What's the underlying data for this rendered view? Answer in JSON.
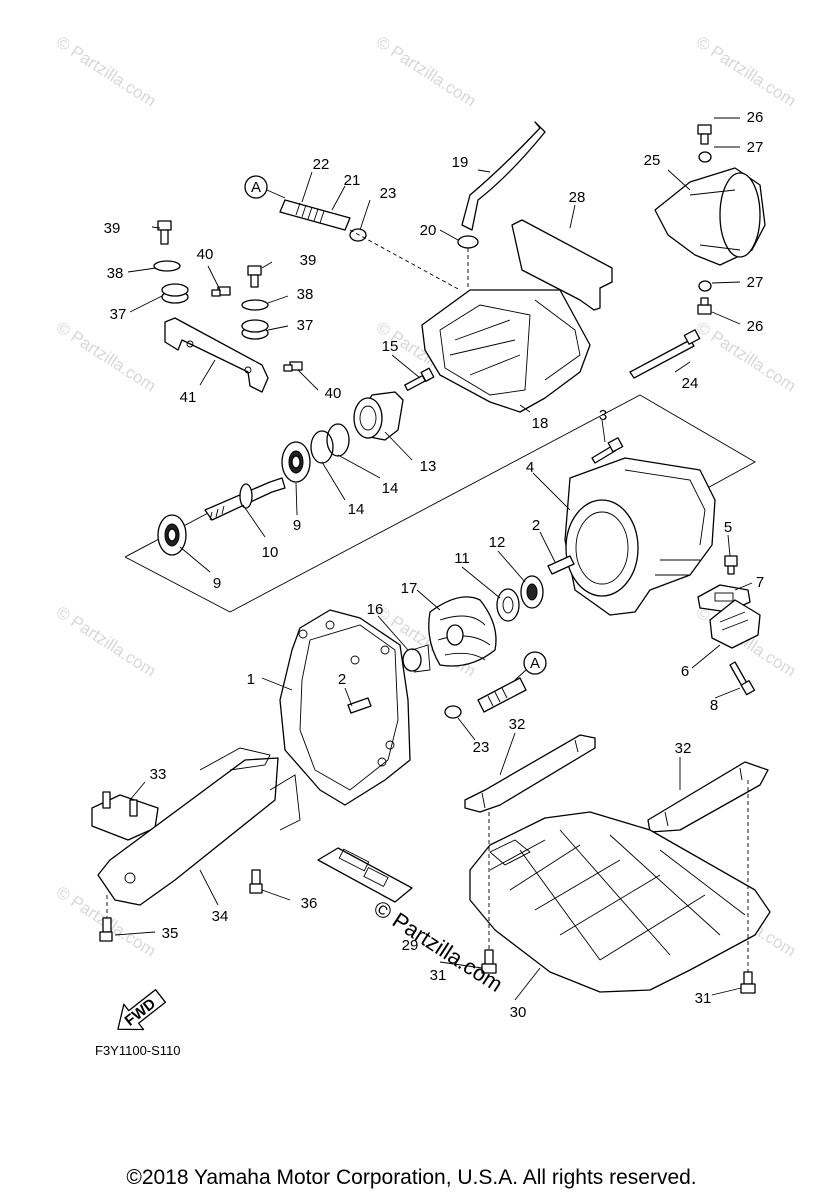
{
  "watermark": {
    "text": "© Partzilla.com",
    "overlay_text": "© Partzilla.com"
  },
  "diagram": {
    "code": "F3Y1100-S110",
    "fwd_label": "FWD",
    "reference_marks": [
      "A",
      "A"
    ],
    "callouts": [
      "1",
      "2",
      "2",
      "3",
      "4",
      "5",
      "6",
      "7",
      "8",
      "9",
      "9",
      "10",
      "11",
      "12",
      "13",
      "14",
      "14",
      "15",
      "16",
      "17",
      "18",
      "19",
      "20",
      "21",
      "22",
      "23",
      "23",
      "24",
      "25",
      "26",
      "26",
      "27",
      "27",
      "28",
      "29",
      "30",
      "31",
      "31",
      "32",
      "32",
      "33",
      "34",
      "35",
      "36",
      "37",
      "37",
      "38",
      "38",
      "39",
      "39",
      "40",
      "40",
      "41"
    ]
  },
  "footer": {
    "copyright": "©2018  Yamaha Motor Corporation, U.S.A. All rights reserved."
  }
}
